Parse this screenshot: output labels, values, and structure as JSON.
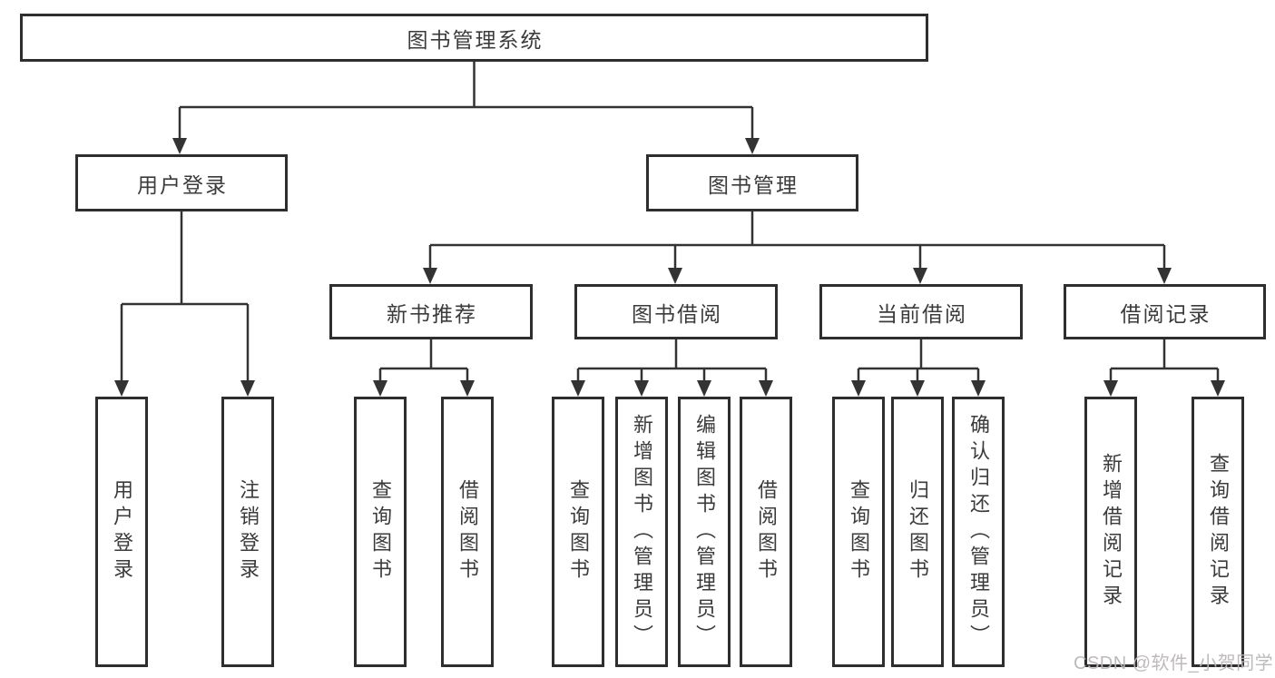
{
  "diagram": {
    "root": {
      "label": "图书管理系统"
    },
    "level2": {
      "user_login": {
        "label": "用户登录"
      },
      "book_mgmt": {
        "label": "图书管理"
      }
    },
    "level3": {
      "new_books": {
        "label": "新书推荐"
      },
      "book_borrow": {
        "label": "图书借阅"
      },
      "current_borrow": {
        "label": "当前借阅"
      },
      "borrow_records": {
        "label": "借阅记录"
      }
    },
    "level4": {
      "user_login_children": [
        {
          "label": "用户登录"
        },
        {
          "label": "注销登录"
        }
      ],
      "new_books_children": [
        {
          "label": "查询图书"
        },
        {
          "label": "借阅图书"
        }
      ],
      "book_borrow_children": [
        {
          "label": "查询图书"
        },
        {
          "label": "新增图书（管理员）"
        },
        {
          "label": "编辑图书（管理员）"
        },
        {
          "label": "借阅图书"
        }
      ],
      "current_borrow_children": [
        {
          "label": "查询图书"
        },
        {
          "label": "归还图书"
        },
        {
          "label": "确认归还（管理员）"
        }
      ],
      "borrow_records_children": [
        {
          "label": "新增借阅记录"
        },
        {
          "label": "查询借阅记录"
        }
      ]
    }
  },
  "watermark": {
    "text": "CSDN @软件_小贺同学"
  },
  "colors": {
    "line": "#333333",
    "box_border": "#2e2e2e",
    "text": "#3b3b3b",
    "watermark": "#bab6b6",
    "background": "#ffffff"
  }
}
